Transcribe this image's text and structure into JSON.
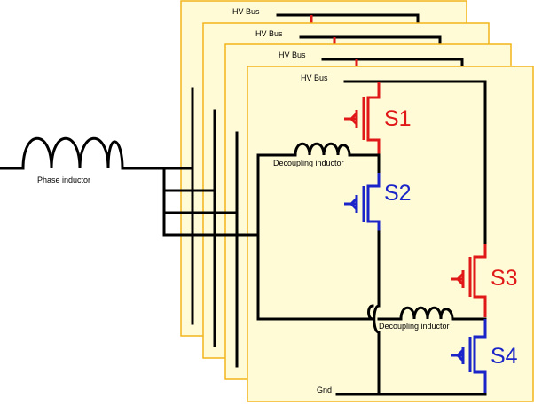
{
  "cards": [
    {
      "hv_label": "HV Bus"
    },
    {
      "hv_label": "HV Bus"
    },
    {
      "hv_label": "HV Bus"
    },
    {
      "hv_label": "HV Bus"
    }
  ],
  "phase_inductor_label": "Phase inductor",
  "decoupling_inductor_label_1": "Decoupling inductor",
  "decoupling_inductor_label_2": "Decoupling inductor",
  "gnd_label": "Gnd",
  "switches": [
    {
      "label": "S1",
      "color": "#e01818"
    },
    {
      "label": "S2",
      "color": "#1a24c8"
    },
    {
      "label": "S3",
      "color": "#e01818"
    },
    {
      "label": "S4",
      "color": "#1a24c8"
    }
  ],
  "colors": {
    "card_fill": "#fffbd7",
    "card_border": "#f2b51c",
    "high_side": "#e01818",
    "low_side": "#1a24c8"
  }
}
